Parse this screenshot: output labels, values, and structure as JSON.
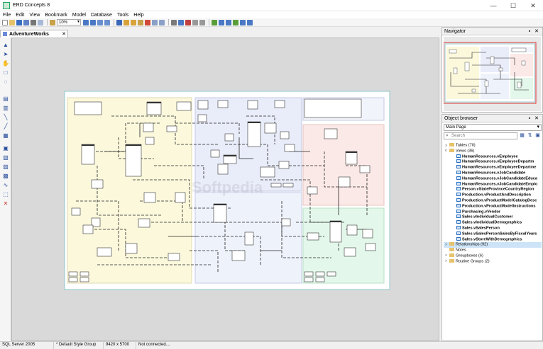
{
  "window": {
    "title": "ERD Concepts 8",
    "min_glyph": "—",
    "max_glyph": "☐",
    "close_glyph": "✕"
  },
  "menu": [
    "File",
    "Edit",
    "View",
    "Bookmark",
    "Model",
    "Database",
    "Tools",
    "Help"
  ],
  "toolbar": {
    "zoom_value": "10%"
  },
  "document_tab": {
    "label": "AdventureWorks",
    "close_glyph": "✕"
  },
  "watermark": "Softpedia",
  "navigator": {
    "title": "Navigator",
    "buttons": "▪ ✕"
  },
  "object_browser": {
    "title": "Object browser",
    "buttons": "▪ ✕",
    "scope_value": "Main Page",
    "search_placeholder": "Search",
    "tree": [
      {
        "label": "Tables (70)",
        "expanded": false
      },
      {
        "label": "Views (36)",
        "expanded": true,
        "children": [
          "HumanResources.vEmployee",
          "HumanResources.vEmployeeDepartm",
          "HumanResources.vEmployeeDepartme",
          "HumanResources.vJobCandidate",
          "HumanResources.vJobCandidateEduca",
          "HumanResources.vJobCandidateEmplo",
          "Person.vStateProvinceCountryRegion",
          "Production.vProductAndDescription",
          "Production.vProductModelCatalogDesc",
          "Production.vProductModelInstructions",
          "Purchasing.vVendor",
          "Sales.vIndividualCustomer",
          "Sales.vIndividualDemographics",
          "Sales.vSalesPerson",
          "Sales.vSalesPersonSalesByFiscalYears",
          "Sales.vStoreWithDemographics"
        ]
      },
      {
        "label": "Relationships (92)",
        "expanded": false
      },
      {
        "label": "Notes",
        "expanded": false
      },
      {
        "label": "Groupboxes (6)",
        "expanded": false
      },
      {
        "label": "Routine Groups (2)",
        "expanded": false
      }
    ]
  },
  "status": {
    "db": "SQL Server 2005",
    "style": "* Default Style Group",
    "size": "9420 x 5700",
    "conn": "Not connected...."
  },
  "colors": {
    "group_yellow": "#fbf8dc",
    "group_blue": "#e9ecf9",
    "group_pink": "#fbe9e7",
    "group_green": "#e3f7ea",
    "sheet_border": "#9cc"
  }
}
